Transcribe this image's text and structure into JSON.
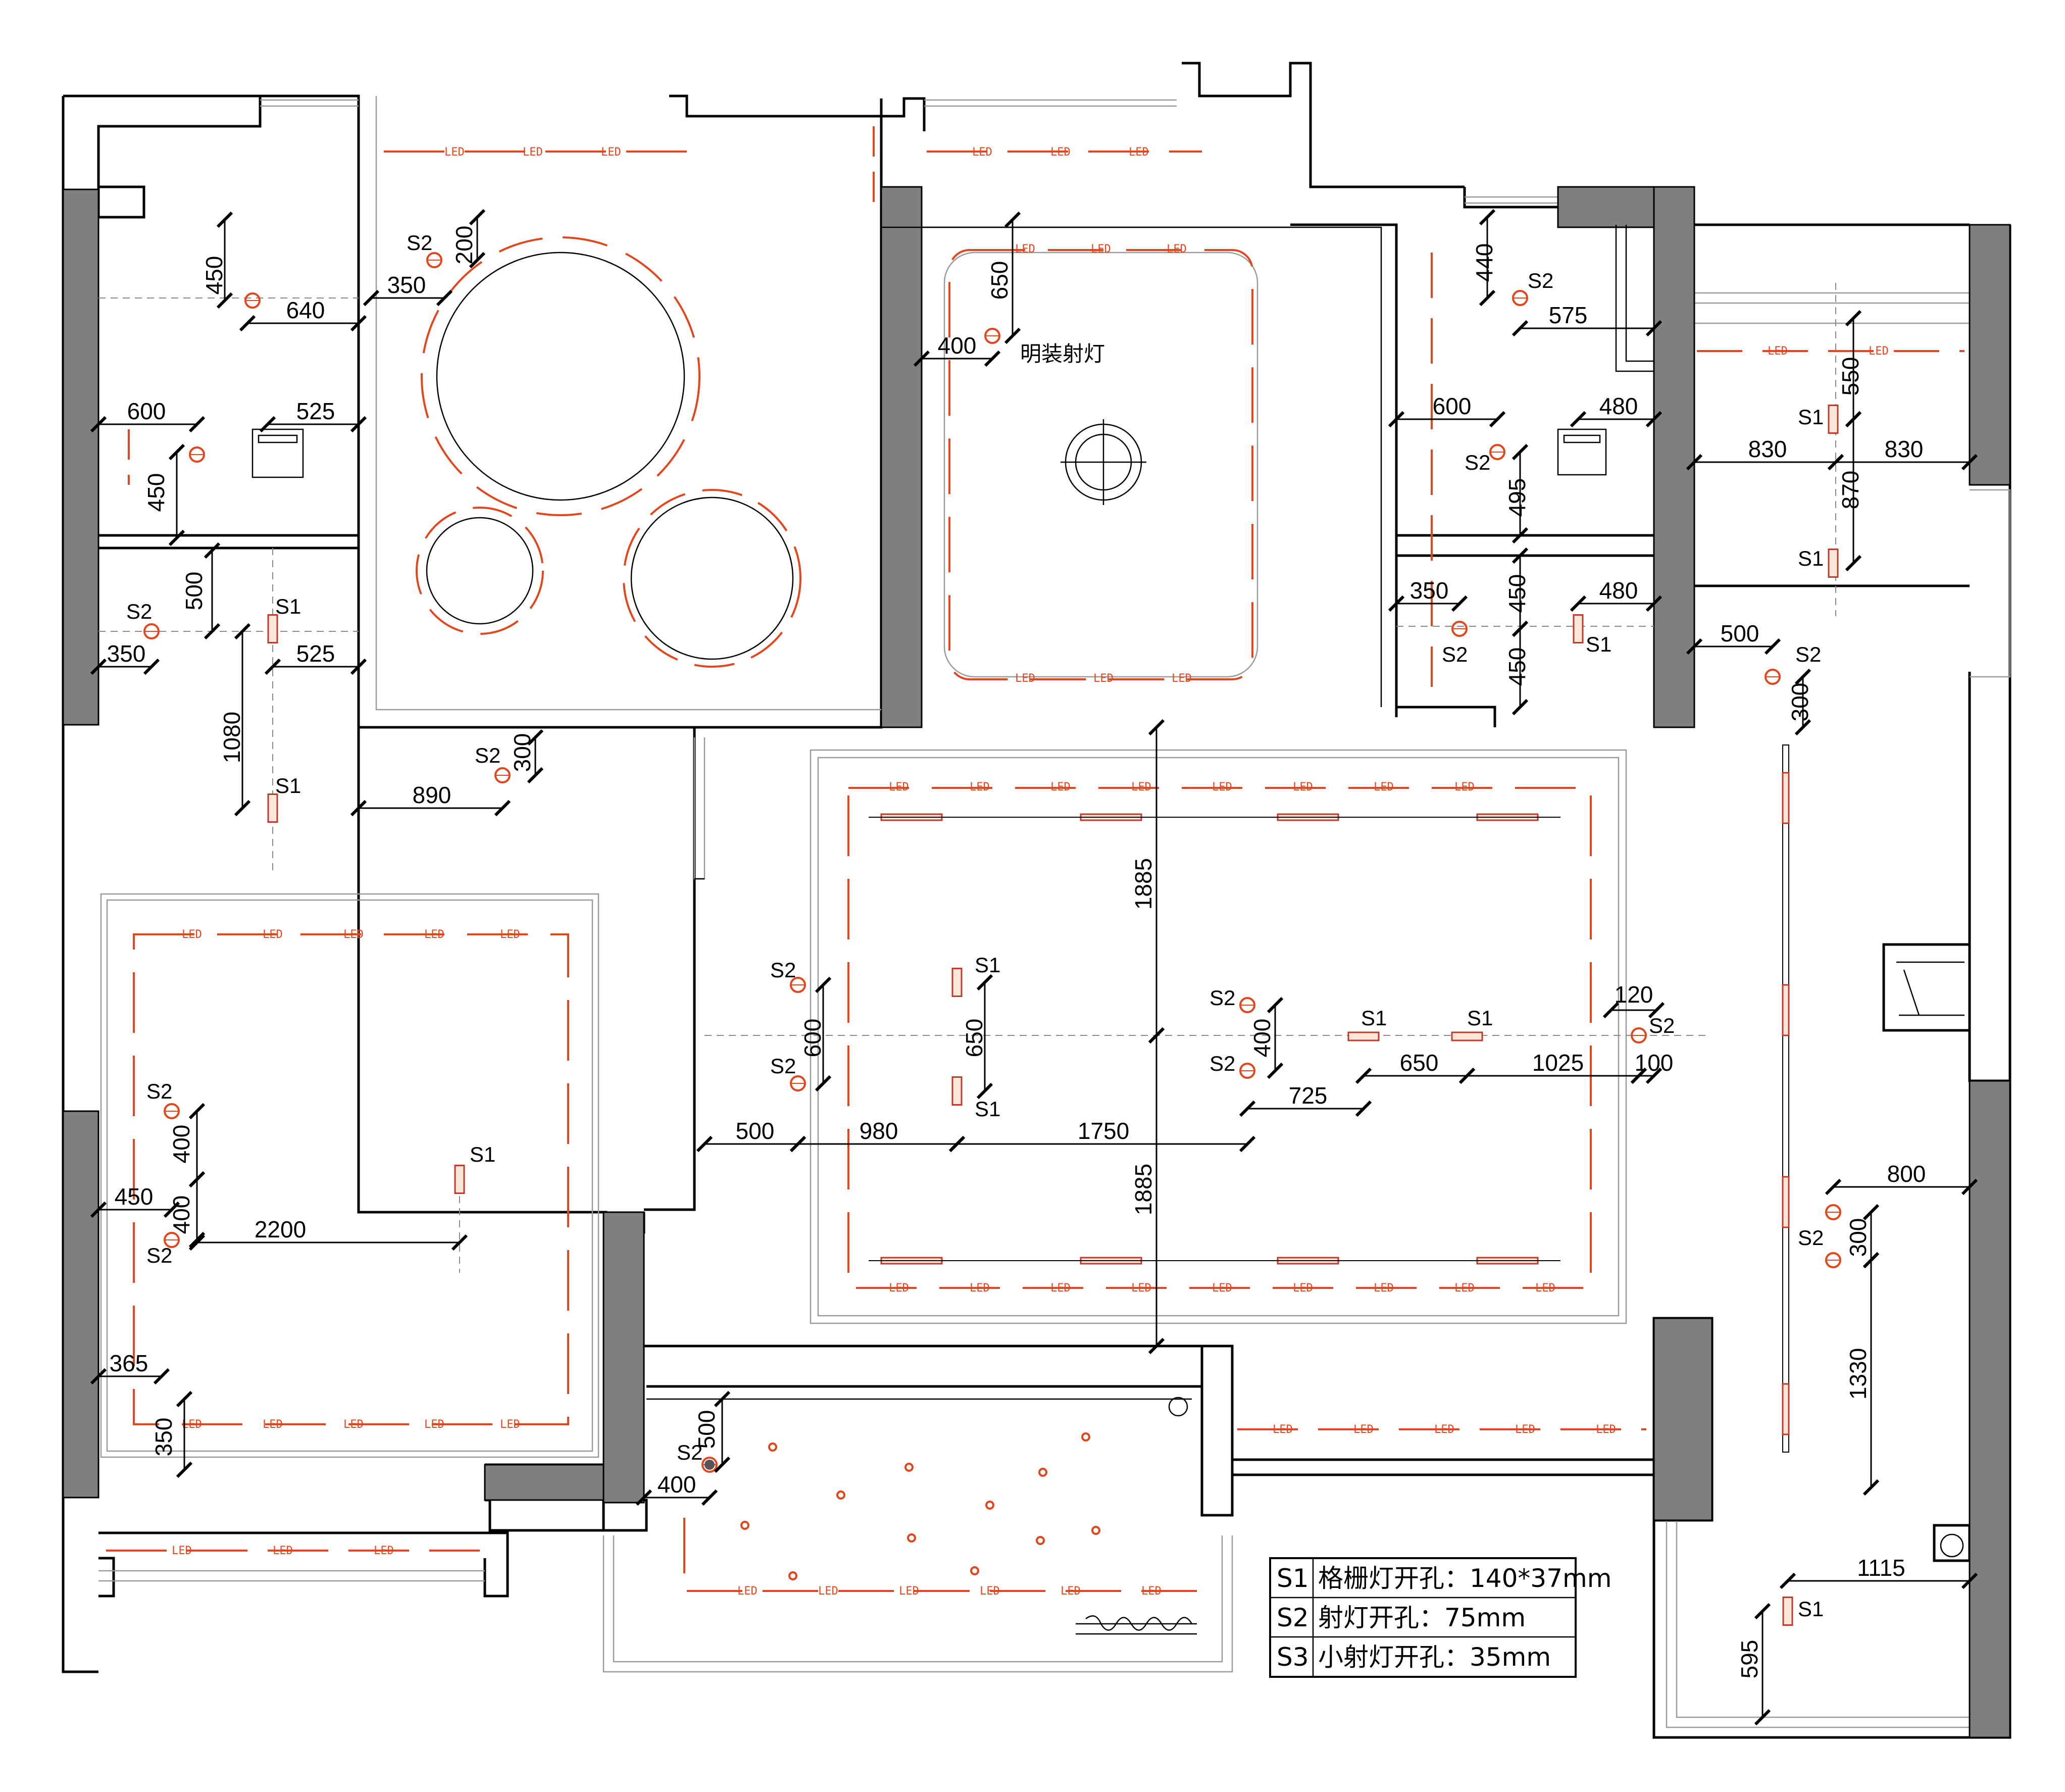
{
  "colors": {
    "led": "#e2461d",
    "column": "#7f7f7f",
    "line": "#000000"
  },
  "led_label": "LED",
  "annotations": {
    "exposed_spotlight": "明装射灯"
  },
  "symbols": {
    "s1": "S1",
    "s2": "S2",
    "s3": "S3"
  },
  "dimensions": {
    "d450a": "450",
    "d640": "640",
    "d350a": "350",
    "d200": "200",
    "d600a": "600",
    "d525a": "525",
    "d450b": "450",
    "d500a": "500",
    "d350b": "350",
    "d525b": "525",
    "d1080": "1080",
    "d300a": "300",
    "d890": "890",
    "d650a": "650",
    "d400a": "400",
    "d440": "440",
    "d575": "575",
    "d600b": "600",
    "d480a": "480",
    "d495": "495",
    "d350c": "350",
    "d450c": "450",
    "d480b": "480",
    "d450d": "450",
    "d550": "550",
    "d830a": "830",
    "d830b": "830",
    "d870": "870",
    "d500b": "500",
    "d300b": "300",
    "d1885a": "1885",
    "d1885b": "1885",
    "d600c": "600",
    "d650b": "650",
    "d400b": "400",
    "d650c": "650",
    "d1025": "1025",
    "d120": "120",
    "d100": "100",
    "d725": "725",
    "d500c": "500",
    "d980": "980",
    "d1750": "1750",
    "d400c": "400",
    "d400d": "400",
    "d450e": "450",
    "d2200": "2200",
    "d365": "365",
    "d350d": "350",
    "d500d": "500",
    "d400e": "400",
    "d800": "800",
    "d300c": "300",
    "d1330": "1330",
    "d1115": "1115",
    "d595": "595"
  },
  "legend": {
    "rows": [
      {
        "code": "S1",
        "text": "格栅灯开孔：140*37mm"
      },
      {
        "code": "S2",
        "text": "射灯开孔：75mm"
      },
      {
        "code": "S3",
        "text": "小射灯开孔：35mm"
      }
    ]
  }
}
